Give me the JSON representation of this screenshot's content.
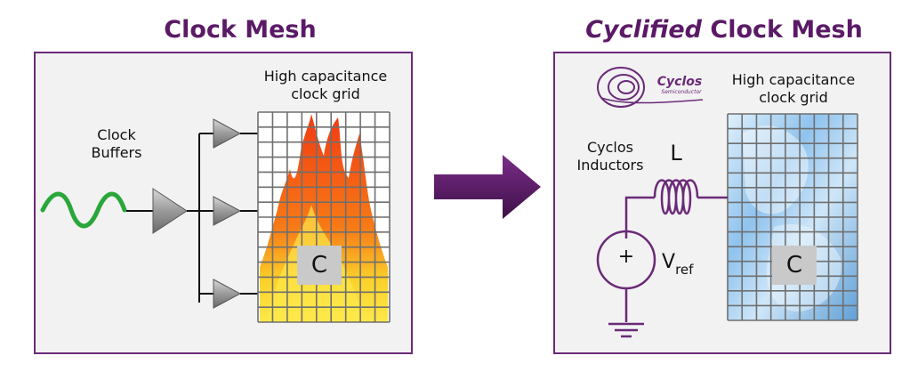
{
  "left_panel": {
    "title": "Clock Mesh",
    "buffers_label_line1": "Clock",
    "buffers_label_line2": "Buffers",
    "grid_label_line1": "High capacitance",
    "grid_label_line2": "clock grid",
    "cap_label": "C"
  },
  "right_panel": {
    "title_italic": "Cyclified",
    "title_rest": "Clock Mesh",
    "logo_text": "Cyclos",
    "logo_subtext": "Semiconductor",
    "inductors_label_line1": "Cyclos",
    "inductors_label_line2": "Inductors",
    "inductor_symbol": "L",
    "grid_label_line1": "High capacitance",
    "grid_label_line2": "clock grid",
    "cap_label": "C",
    "source_plus": "+",
    "vref_main": "V",
    "vref_sub": "ref"
  },
  "colors": {
    "accent": "#6b2a78",
    "sine": "#2aa63a",
    "fire": "#f05a14",
    "ice": "#8fc3ee"
  }
}
